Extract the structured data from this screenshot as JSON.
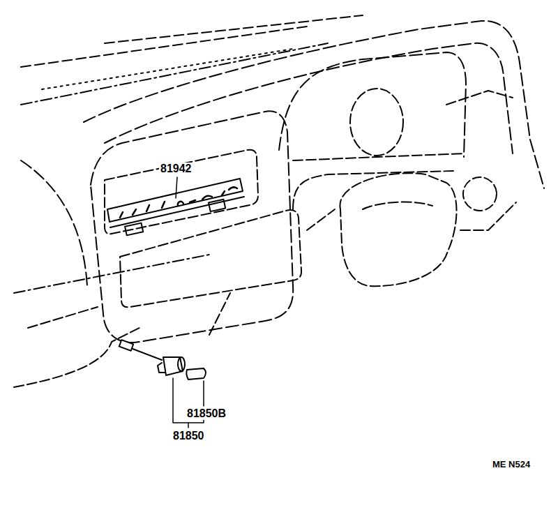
{
  "diagram": {
    "labels": [
      "81942",
      "81850B",
      "81850",
      "ME N524"
    ]
  }
}
